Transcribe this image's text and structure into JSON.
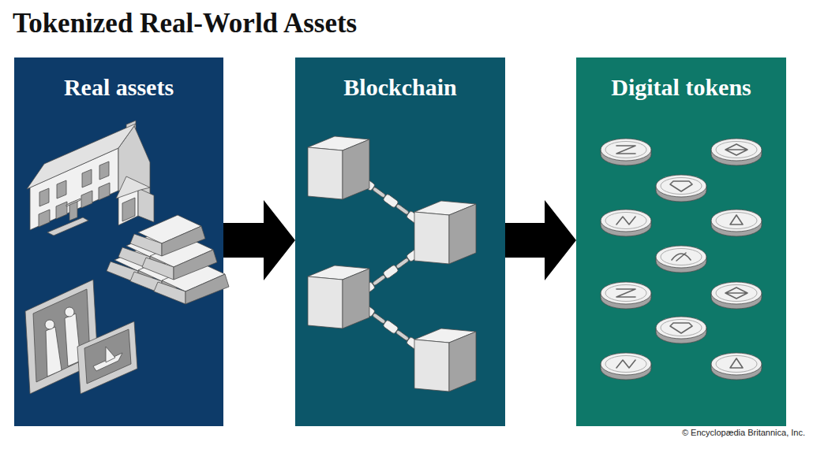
{
  "diagram": {
    "title": "Tokenized Real-World Assets",
    "nodes": [
      {
        "text": [
          "Real assets"
        ]
      },
      {
        "text": [
          "Blockchain"
        ]
      },
      {
        "text": [
          "Digital tokens"
        ]
      }
    ],
    "edges": [
      {
        "from": 0,
        "to": 1,
        "arrow": "to"
      },
      {
        "from": 1,
        "to": 2,
        "arrow": "to"
      }
    ],
    "labels": [
      "© Encyclopædia Britannica, Inc."
    ]
  }
}
